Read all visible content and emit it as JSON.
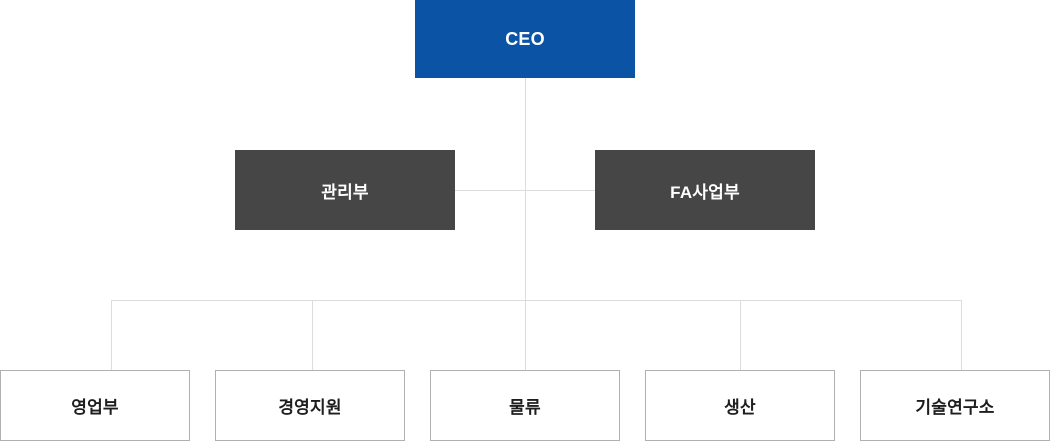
{
  "org": {
    "root": {
      "label": "CEO"
    },
    "level2": [
      {
        "label": "관리부"
      },
      {
        "label": "FA사업부"
      }
    ],
    "level3": [
      {
        "label": "영업부"
      },
      {
        "label": "경영지원"
      },
      {
        "label": "물류"
      },
      {
        "label": "생산"
      },
      {
        "label": "기술연구소"
      }
    ],
    "colors": {
      "background": "#FFFFFF",
      "root_bg": "#0B53A4",
      "dept_bg": "#464646",
      "node_text_light": "#FFFFFF",
      "node_text_dark": "#1E1E1E",
      "connector": "#DCDCDC",
      "leaf_border": "#B0B0B0"
    }
  }
}
